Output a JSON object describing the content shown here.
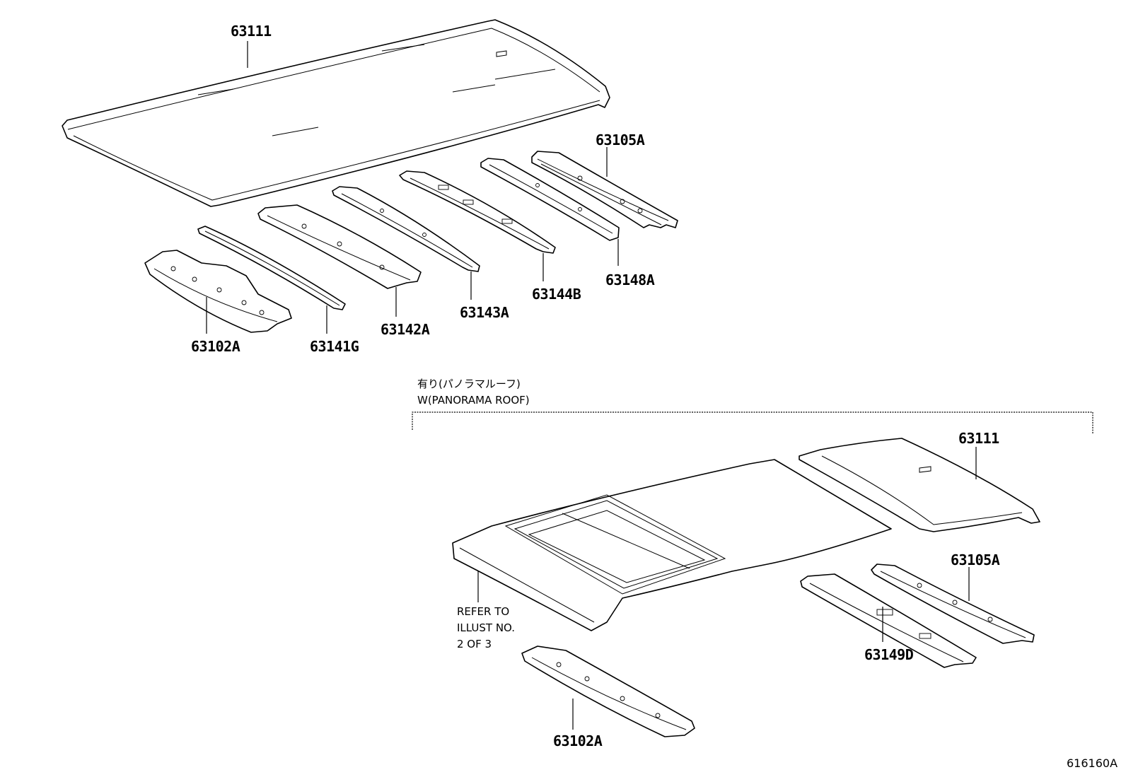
{
  "labels": {
    "top_roof": "63111",
    "top_63105a": "63105A",
    "top_63148a": "63148A",
    "top_63144b": "63144B",
    "top_63143a": "63143A",
    "top_63142a": "63142A",
    "top_63141g": "63141G",
    "top_63102a": "63102A",
    "bot_roof": "63111",
    "bot_63105a": "63105A",
    "bot_63149d": "63149D",
    "bot_63102a": "63102A"
  },
  "variant": {
    "japanese": "有り(パノラマルーフ)",
    "english": "W(PANORAMA ROOF)"
  },
  "refer_note": [
    "REFER TO",
    "ILLUST NO.",
    "2 OF 3"
  ],
  "drawing_code": "616160A"
}
